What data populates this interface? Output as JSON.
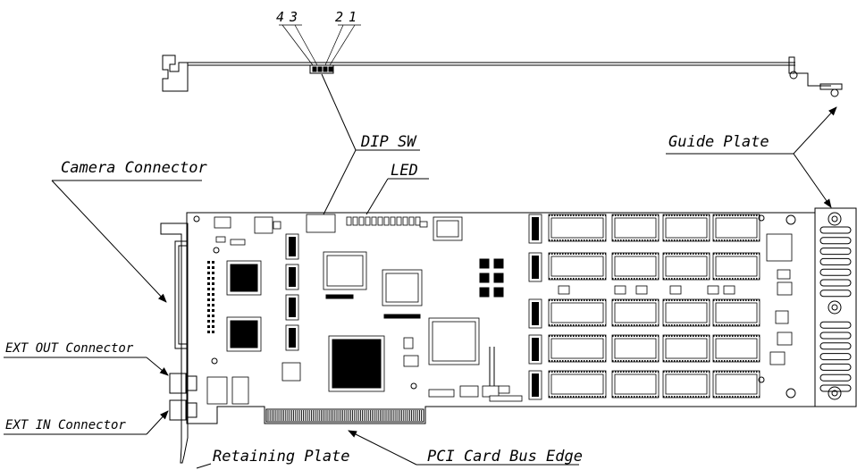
{
  "labels": {
    "dip_numbers": [
      "4",
      "3",
      "2",
      "1"
    ],
    "dip_sw": "DIP SW",
    "led": "LED",
    "guide_plate": "Guide Plate",
    "camera_connector": "Camera Connector",
    "ext_out_connector": "EXT OUT Connector",
    "ext_in_connector": "EXT IN  Connector",
    "retaining_plate": "Retaining Plate",
    "pci_card_bus_edge": "PCI Card Bus Edge"
  }
}
